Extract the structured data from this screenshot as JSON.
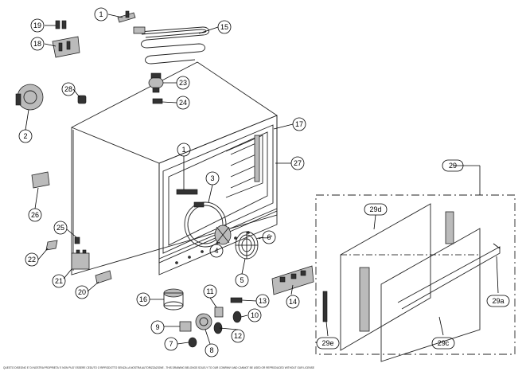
{
  "labels": {
    "c1a": "1",
    "c1b": "1",
    "c2": "2",
    "c3": "3",
    "c4": "4",
    "c5": "5",
    "c6": "6",
    "c7": "7",
    "c8": "8",
    "c9": "9",
    "c10": "10",
    "c11": "11",
    "c12": "12",
    "c13": "13",
    "c14": "14",
    "c15": "15",
    "c16": "16",
    "c17": "17",
    "c18": "18",
    "c19": "19",
    "c20": "20",
    "c21": "21",
    "c22": "22",
    "c23": "23",
    "c24": "24",
    "c25": "25",
    "c26": "26",
    "c27": "27",
    "c28": "28",
    "c29": "29",
    "c29a": "29a",
    "c29c": "29c",
    "c29d": "29d",
    "c29e": "29e"
  },
  "footer": "QUESTO DISEGNO E' DI NOSTRA PROPRIETA' E NON PUO' ESSERE CEDUTO O RIPRODOTTO SENZA LA NOSTRA AUTORIZZAZIONE - THIS DRAWING BELONGS SOLELY TO OUR COMPANY AND CANNOT BE USED OR REPRODUCED WITHOUT OUR LICENSE"
}
